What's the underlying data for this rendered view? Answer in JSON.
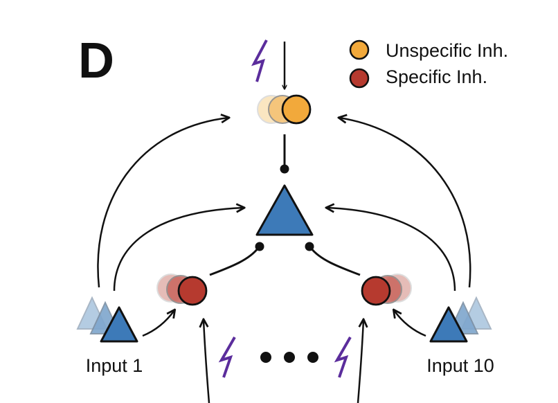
{
  "panel": {
    "letter": "D"
  },
  "legend": {
    "items": [
      {
        "label": "Unspecific Inh.",
        "color": "#f2a93b"
      },
      {
        "label": "Specific Inh.",
        "color": "#b63a2f"
      }
    ]
  },
  "inputs": {
    "left_label": "Input 1",
    "right_label": "Input 10",
    "ellipsis": "• • •"
  },
  "colors": {
    "excitatory": "#3d7ab8",
    "excitatory_faded": "#a8c4de",
    "unspecific": "#f2a93b",
    "unspecific_faded": "#f8dca8",
    "specific": "#b63a2f",
    "specific_faded": "#dba09a",
    "stimulation": "#5b2d9c",
    "line": "#111111"
  }
}
